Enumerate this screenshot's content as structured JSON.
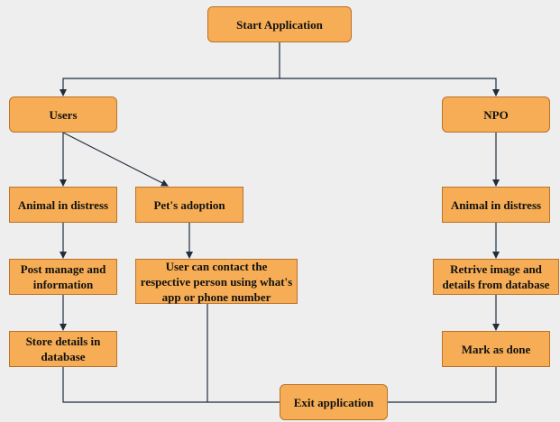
{
  "nodes": {
    "start": "Start Application",
    "users": "Users",
    "npo": "NPO",
    "users_distress": "Animal in distress",
    "pets_adoption": "Pet's adoption",
    "npo_distress": "Animal in distress",
    "post_manage": "Post manage and information",
    "contact": "User can contact the respective person using what's app or phone number",
    "retrive": "Retrive image and details from database",
    "store": "Store details in database",
    "mark_done": "Mark as done",
    "exit": "Exit application"
  },
  "colors": {
    "node_fill": "#f6ad55",
    "node_border": "#b9722b",
    "edge": "#1f2d3d",
    "background": "#eeeeee"
  }
}
